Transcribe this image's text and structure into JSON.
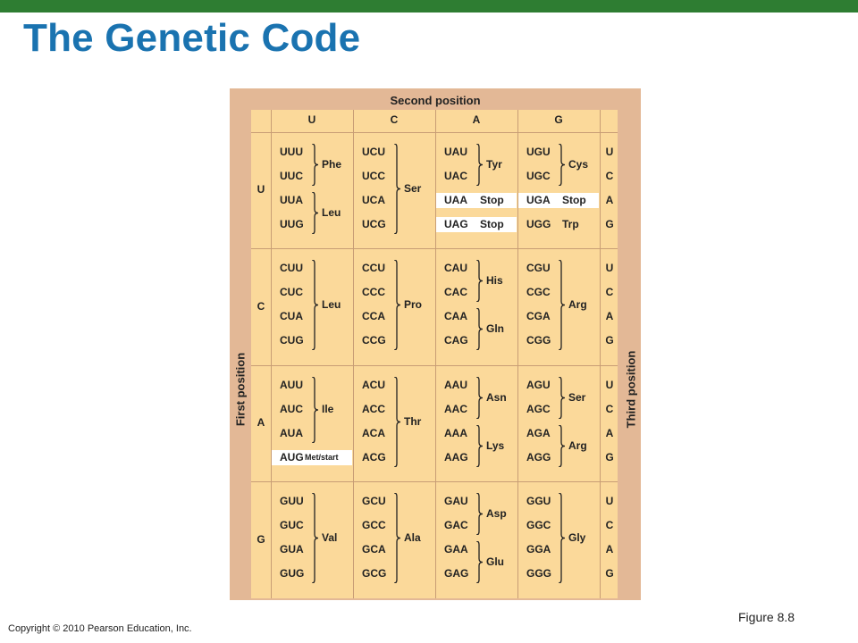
{
  "title": "The Genetic Code",
  "figure_label": "Figure 8.8",
  "copyright": "Copyright © 2010 Pearson Education, Inc.",
  "axis": {
    "second": "Second position",
    "first": "First position",
    "third": "Third position"
  },
  "second_bases": [
    "U",
    "C",
    "A",
    "G"
  ],
  "first_bases": [
    "U",
    "C",
    "A",
    "G"
  ],
  "third_bases": [
    "U",
    "C",
    "A",
    "G"
  ],
  "codons": [
    [
      "UUU",
      "UUC",
      "UUA",
      "UUG",
      "UCU",
      "UCC",
      "UCA",
      "UCG",
      "UAU",
      "UAC",
      "UAA",
      "UAG",
      "UGU",
      "UGC",
      "UGA",
      "UGG"
    ],
    [
      "CUU",
      "CUC",
      "CUA",
      "CUG",
      "CCU",
      "CCC",
      "CCA",
      "CCG",
      "CAU",
      "CAC",
      "CAA",
      "CAG",
      "CGU",
      "CGC",
      "CGA",
      "CGG"
    ],
    [
      "AUU",
      "AUC",
      "AUA",
      "AUG",
      "ACU",
      "ACC",
      "ACA",
      "ACG",
      "AAU",
      "AAC",
      "AAA",
      "AAG",
      "AGU",
      "AGC",
      "AGA",
      "AGG"
    ],
    [
      "GUU",
      "GUC",
      "GUA",
      "GUG",
      "GCU",
      "GCC",
      "GCA",
      "GCG",
      "GAU",
      "GAC",
      "GAA",
      "GAG",
      "GGU",
      "GGC",
      "GGA",
      "GGG"
    ]
  ],
  "amino_acids": [
    {
      "block": 0,
      "col": 0,
      "rows": [
        0,
        1
      ],
      "label": "Phe"
    },
    {
      "block": 0,
      "col": 0,
      "rows": [
        2,
        3
      ],
      "label": "Leu"
    },
    {
      "block": 0,
      "col": 1,
      "rows": [
        0,
        3
      ],
      "label": "Ser"
    },
    {
      "block": 0,
      "col": 2,
      "rows": [
        0,
        1
      ],
      "label": "Tyr"
    },
    {
      "block": 0,
      "col": 2,
      "rows": [
        2,
        2
      ],
      "label": "Stop"
    },
    {
      "block": 0,
      "col": 2,
      "rows": [
        3,
        3
      ],
      "label": "Stop"
    },
    {
      "block": 0,
      "col": 3,
      "rows": [
        0,
        1
      ],
      "label": "Cys"
    },
    {
      "block": 0,
      "col": 3,
      "rows": [
        2,
        2
      ],
      "label": "Stop"
    },
    {
      "block": 0,
      "col": 3,
      "rows": [
        3,
        3
      ],
      "label": "Trp"
    },
    {
      "block": 1,
      "col": 0,
      "rows": [
        0,
        3
      ],
      "label": "Leu"
    },
    {
      "block": 1,
      "col": 1,
      "rows": [
        0,
        3
      ],
      "label": "Pro"
    },
    {
      "block": 1,
      "col": 2,
      "rows": [
        0,
        1
      ],
      "label": "His"
    },
    {
      "block": 1,
      "col": 2,
      "rows": [
        2,
        3
      ],
      "label": "Gln"
    },
    {
      "block": 1,
      "col": 3,
      "rows": [
        0,
        3
      ],
      "label": "Arg"
    },
    {
      "block": 2,
      "col": 0,
      "rows": [
        0,
        2
      ],
      "label": "Ile"
    },
    {
      "block": 2,
      "col": 0,
      "rows": [
        3,
        3
      ],
      "label": "Met/start"
    },
    {
      "block": 2,
      "col": 1,
      "rows": [
        0,
        3
      ],
      "label": "Thr"
    },
    {
      "block": 2,
      "col": 2,
      "rows": [
        0,
        1
      ],
      "label": "Asn"
    },
    {
      "block": 2,
      "col": 2,
      "rows": [
        2,
        3
      ],
      "label": "Lys"
    },
    {
      "block": 2,
      "col": 3,
      "rows": [
        0,
        1
      ],
      "label": "Ser"
    },
    {
      "block": 2,
      "col": 3,
      "rows": [
        2,
        3
      ],
      "label": "Arg"
    },
    {
      "block": 3,
      "col": 0,
      "rows": [
        0,
        3
      ],
      "label": "Val"
    },
    {
      "block": 3,
      "col": 1,
      "rows": [
        0,
        3
      ],
      "label": "Ala"
    },
    {
      "block": 3,
      "col": 2,
      "rows": [
        0,
        1
      ],
      "label": "Asp"
    },
    {
      "block": 3,
      "col": 2,
      "rows": [
        2,
        3
      ],
      "label": "Glu"
    },
    {
      "block": 3,
      "col": 3,
      "rows": [
        0,
        3
      ],
      "label": "Gly"
    }
  ],
  "colors": {
    "title": "#1a73b0",
    "top_bar": "#2e7d32",
    "frame": "#e3b896",
    "cell": "#fbd99a",
    "highlight": "#ffffff"
  }
}
